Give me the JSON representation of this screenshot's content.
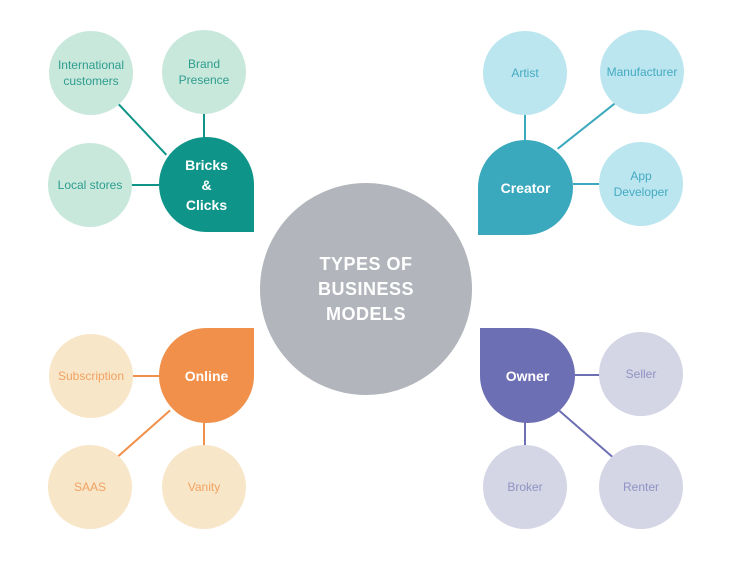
{
  "center": {
    "label": "TYPES OF\nBUSINESS\nMODELS",
    "color": "#b2b5bb",
    "text_color": "#ffffff"
  },
  "branches": {
    "bricks_clicks": {
      "name": "Bricks & Clicks",
      "label": "Bricks\n&\nClicks",
      "color": "#0f9489",
      "light_color": "#c9e8dc",
      "child_text_color": "#2d9d8e",
      "children": {
        "international_customers": "International customers",
        "brand_presence": "Brand Presence",
        "local_stores": "Local stores"
      }
    },
    "creator": {
      "name": "Creator",
      "label": "Creator",
      "color": "#3aa8bd",
      "light_color": "#bbe6ef",
      "child_text_color": "#44aac2",
      "children": {
        "artist": "Artist",
        "manufacturer": "Manufacturer",
        "app_developer": "App Developer"
      }
    },
    "online": {
      "name": "Online",
      "label": "Online",
      "color": "#f0904a",
      "light_color": "#f8e6c8",
      "child_text_color": "#f2a263",
      "children": {
        "subscription": "Subscription",
        "saas": "SAAS",
        "vanity": "Vanity"
      }
    },
    "owner": {
      "name": "Owner",
      "label": "Owner",
      "color": "#6d6fb4",
      "light_color": "#d4d5e5",
      "child_text_color": "#9093c3",
      "children": {
        "seller": "Seller",
        "broker": "Broker",
        "renter": "Renter"
      }
    }
  }
}
